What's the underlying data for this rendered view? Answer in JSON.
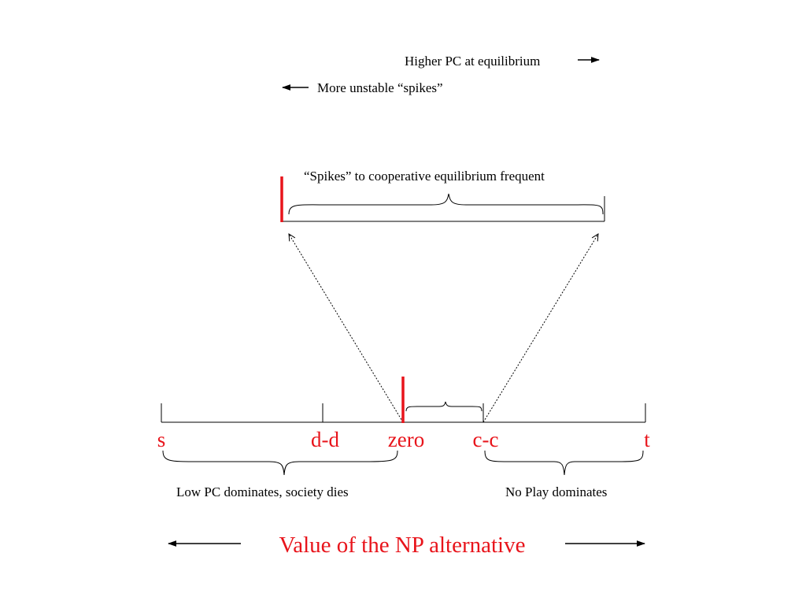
{
  "colors": {
    "ink": "#000000",
    "accent": "#e8141b"
  },
  "top_notes": {
    "higher_pc": "Higher PC at equilibrium",
    "more_unstable": "More unstable “spikes”"
  },
  "upper_range": {
    "label": "“Spikes” to cooperative equilibrium frequent"
  },
  "axis": {
    "points": {
      "s": "s",
      "dd": "d-d",
      "zero": "zero",
      "cc": "c-c",
      "t": "t"
    }
  },
  "lower_braces": {
    "left_label": "Low PC dominates, society dies",
    "right_label": "No Play dominates"
  },
  "caption": {
    "text": "Value of the NP alternative"
  }
}
